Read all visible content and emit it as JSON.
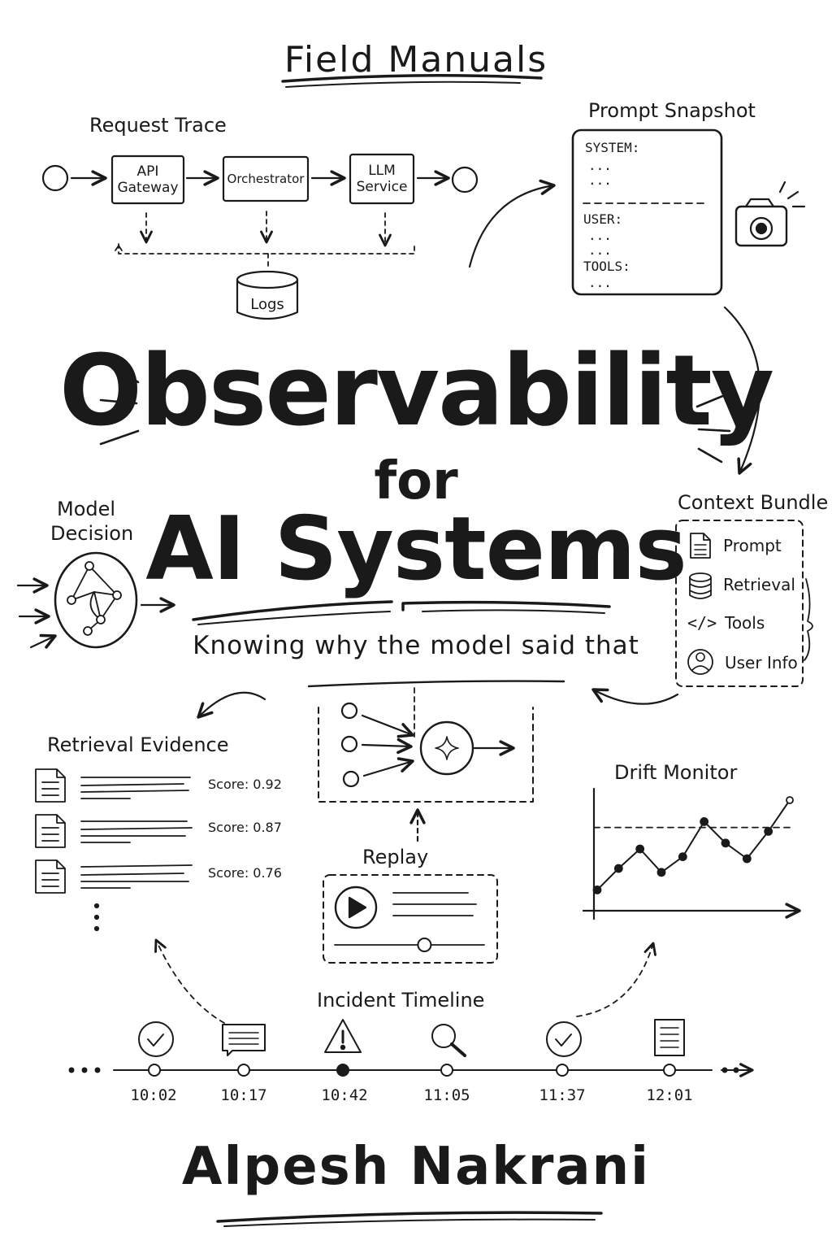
{
  "series": "Field Manuals",
  "title": {
    "line1": "Observability",
    "line2": "for",
    "line3": "AI Systems"
  },
  "subtitle": "Knowing why the model said that",
  "author": "Alpesh Nakrani",
  "request_trace": {
    "label": "Request Trace",
    "nodes": [
      "API Gateway",
      "Orchestrator",
      "LLM Service"
    ],
    "store": "Logs"
  },
  "prompt_snapshot": {
    "label": "Prompt Snapshot",
    "sections": [
      "SYSTEM:",
      "USER:",
      "TOOLS:"
    ],
    "placeholder": "..."
  },
  "model_decision": {
    "label_line1": "Model",
    "label_line2": "Decision"
  },
  "context_bundle": {
    "label": "Context Bundle",
    "items": [
      {
        "label": "Prompt",
        "icon": "document-icon"
      },
      {
        "label": "Retrieval",
        "icon": "database-icon"
      },
      {
        "label": "Tools",
        "icon": "code-icon"
      },
      {
        "label": "User Info",
        "icon": "user-icon"
      }
    ]
  },
  "retrieval_evidence": {
    "label": "Retrieval Evidence",
    "results": [
      {
        "score_text": "Score: 0.92"
      },
      {
        "score_text": "Score: 0.87"
      },
      {
        "score_text": "Score: 0.76"
      }
    ]
  },
  "replay": {
    "label": "Replay",
    "progress": 0.6
  },
  "drift_monitor": {
    "label": "Drift Monitor",
    "points": [
      0.08,
      0.3,
      0.5,
      0.26,
      0.42,
      0.78,
      0.56,
      0.4,
      0.68,
      1.0
    ],
    "threshold": 0.72
  },
  "incident_timeline": {
    "label": "Incident Timeline",
    "events": [
      {
        "time": "10:02",
        "icon": "check-circle-icon"
      },
      {
        "time": "10:17",
        "icon": "message-icon"
      },
      {
        "time": "10:42",
        "icon": "warning-icon"
      },
      {
        "time": "11:05",
        "icon": "search-icon"
      },
      {
        "time": "11:37",
        "icon": "check-circle-icon"
      },
      {
        "time": "12:01",
        "icon": "document-icon"
      }
    ]
  }
}
